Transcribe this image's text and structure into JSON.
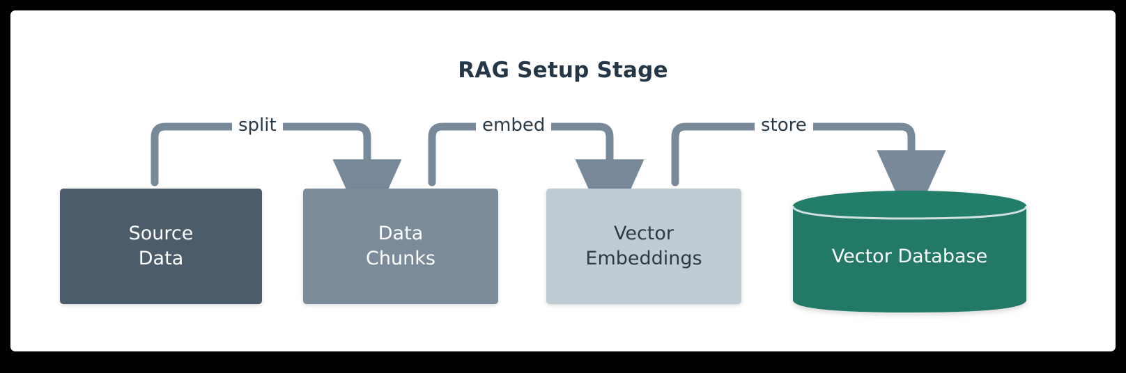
{
  "diagram": {
    "title": "RAG Setup Stage",
    "type": "flow",
    "nodes": [
      {
        "id": "source-data",
        "label_lines": [
          "Source",
          "Data"
        ],
        "shape": "rounded-rect",
        "fill": "#4c5c6b",
        "text_color": "#ffffff"
      },
      {
        "id": "data-chunks",
        "label_lines": [
          "Data",
          "Chunks"
        ],
        "shape": "rounded-rect",
        "fill": "#7c8b99",
        "text_color": "#ffffff"
      },
      {
        "id": "vector-embeddings",
        "label_lines": [
          "Vector",
          "Embeddings"
        ],
        "shape": "rounded-rect",
        "fill": "#c0ccd4",
        "text_color": "#2b3a47"
      },
      {
        "id": "vector-database",
        "label_lines": [
          "Vector Database"
        ],
        "shape": "cylinder",
        "fill": "#207a66",
        "text_color": "#ffffff"
      }
    ],
    "edges": [
      {
        "id": "split",
        "label": "split",
        "from": "source-data",
        "to": "data-chunks"
      },
      {
        "id": "embed",
        "label": "embed",
        "from": "data-chunks",
        "to": "vector-embeddings"
      },
      {
        "id": "store",
        "label": "store",
        "from": "vector-embeddings",
        "to": "vector-database"
      }
    ],
    "colors": {
      "frame_border": "#000000",
      "canvas": "#ffffff",
      "title_text": "#253746",
      "edge_stroke": "#78899a",
      "edge_label_text": "#2b3a47",
      "cylinder_fill": "#207a66",
      "cylinder_top": "#1f7c68"
    }
  }
}
